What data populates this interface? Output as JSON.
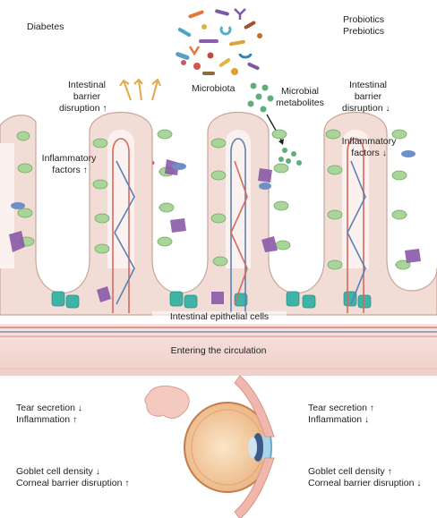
{
  "top": {
    "left_condition": "Diabetes",
    "right_condition_1": "Probiotics",
    "right_condition_2": "Prebiotics",
    "microbiota": "Microbiota",
    "metabolites_1": "Microbial",
    "metabolites_2": "metabolites"
  },
  "gut_left": {
    "barrier_1": "Intestinal",
    "barrier_2": "barrier",
    "barrier_3": "disruption",
    "barrier_arrow": "↑",
    "inflam_1": "Inflammatory",
    "inflam_2": "factors",
    "inflam_arrow": "↑"
  },
  "gut_right": {
    "barrier_1": "Intestinal",
    "barrier_2": "barrier",
    "barrier_3": "disruption",
    "barrier_arrow": "↓",
    "inflam_1": "Inflammatory",
    "inflam_2": "factors",
    "inflam_arrow": "↓"
  },
  "epithelial_label": "Intestinal epithelial cells",
  "circulation_label": "Entering the circulation",
  "eye_left": {
    "tear": "Tear secretion",
    "tear_arrow": "↓",
    "inflammation": "Inflammation",
    "inflammation_arrow": "↑",
    "goblet": "Goblet cell density",
    "goblet_arrow": "↓",
    "corneal": "Corneal barrier disruption",
    "corneal_arrow": "↑"
  },
  "eye_right": {
    "tear": "Tear secretion",
    "tear_arrow": "↑",
    "inflammation": "Inflammation",
    "inflammation_arrow": "↓",
    "goblet": "Goblet cell density",
    "goblet_arrow": "↑",
    "corneal": "Corneal barrier disruption",
    "corneal_arrow": "↓"
  },
  "colors": {
    "epithelium": "#f2dcd6",
    "epithelium_edge": "#c9a49b",
    "goblet": "#a9d49a",
    "purple": "#8a5aa8",
    "blue_cell": "#6f8fc9",
    "teal": "#3eb3a6",
    "band": "#f5dcd8",
    "vessel_red": "#d9685f",
    "vessel_blue": "#5b82b5"
  }
}
